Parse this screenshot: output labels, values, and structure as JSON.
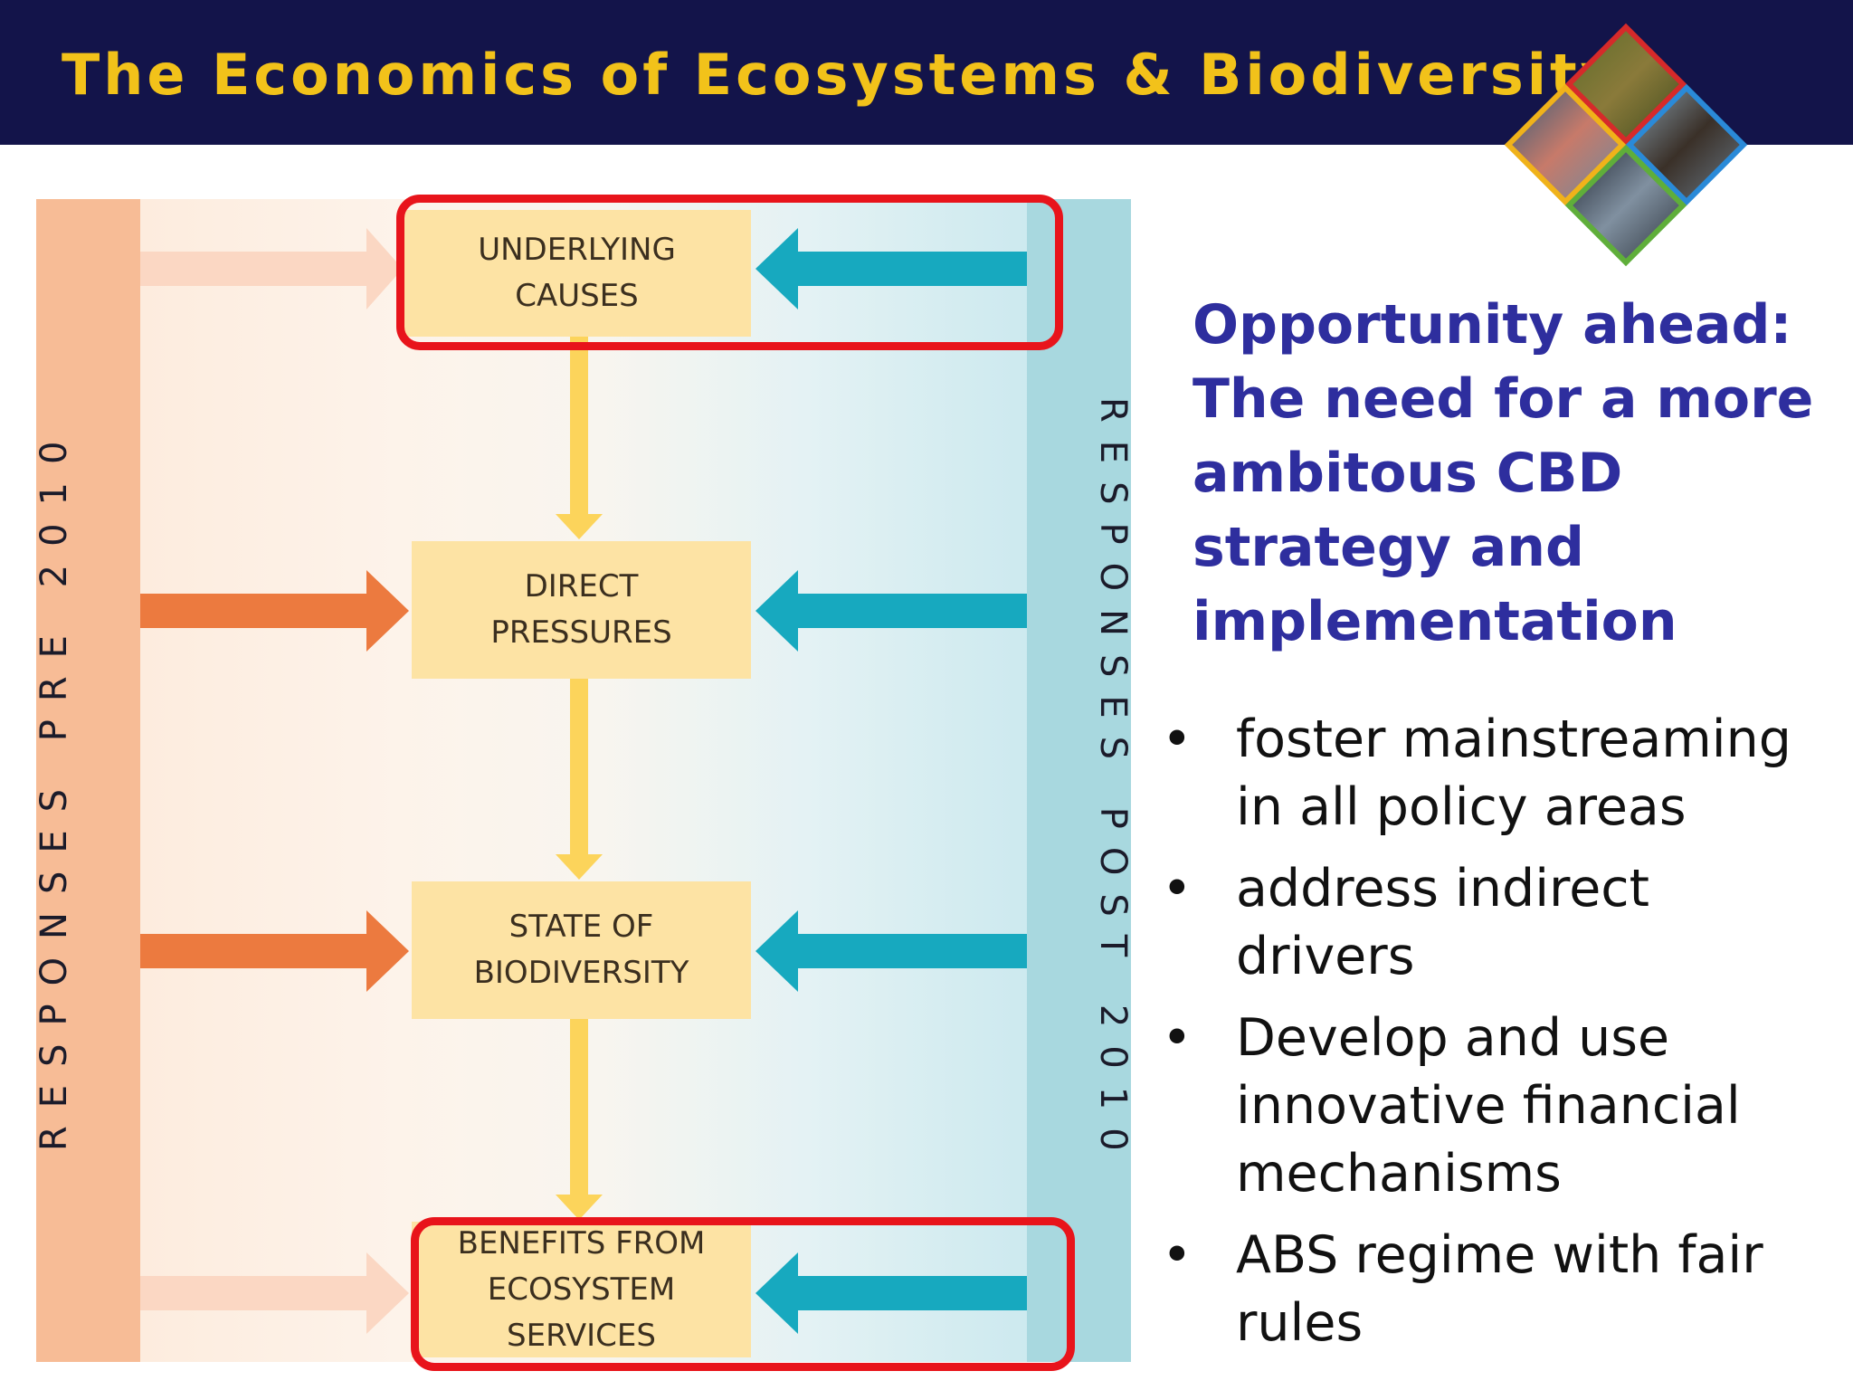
{
  "header": {
    "title": "The Economics of Ecosystems & Biodiversity"
  },
  "diagram": {
    "left_band_label": "RESPONSES PRE 2010",
    "right_band_label": "RESPONSES POST 2010",
    "boxes": [
      {
        "label": "UNDERLYING\nCAUSES",
        "highlighted": true
      },
      {
        "label": "DIRECT\nPRESSURES",
        "highlighted": false
      },
      {
        "label": "STATE OF\nBIODIVERSITY",
        "highlighted": false
      },
      {
        "label": "BENEFITS FROM\nECOSYSTEM SERVICES",
        "highlighted": true
      }
    ],
    "colors": {
      "pre_band": "#f7bc96",
      "post_band": "#a8d8df",
      "box_fill": "#fde3a4",
      "pre_arrow": "#ec7a3f",
      "pre_arrow_faded": "#fbd7c3",
      "post_arrow": "#17a9bf",
      "down_arrow": "#fcd45b",
      "highlight": "#e8141b"
    }
  },
  "right_panel": {
    "title": "Opportunity ahead: The need for a more ambitous CBD strategy and implementation",
    "bullets": [
      "foster mainstreaming in all policy areas",
      "address indirect drivers",
      "Develop and use innovative financial mechanisms",
      "ABS regime with fair rules"
    ],
    "bullet_symbol": "•"
  },
  "logo": {
    "icon": "diamond-photo-logo"
  }
}
